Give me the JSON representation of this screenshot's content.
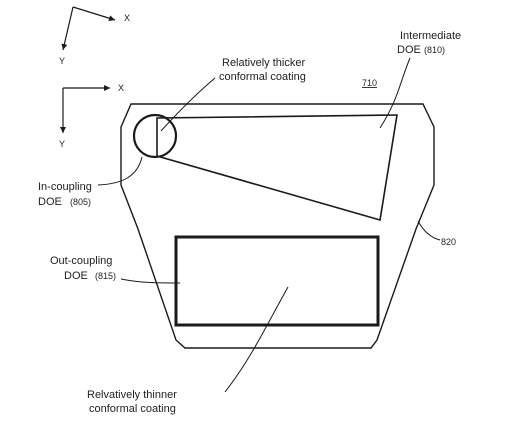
{
  "axes_top": {
    "x": "X",
    "y": "Y"
  },
  "axes_mid": {
    "x": "X",
    "y": "Y"
  },
  "labels": {
    "thicker_line1": "Relatively thicker",
    "thicker_line2": "conformal coating",
    "intermediate_line1": "Intermediate",
    "intermediate_line2": "DOE",
    "intermediate_ref": "(810)",
    "figure_ref": "710",
    "incoupling_line1": "In-coupling",
    "incoupling_line2": "DOE",
    "incoupling_ref": "(805)",
    "eyepiece_ref": "820",
    "outcoupling_line1": "Out-coupling",
    "outcoupling_line2": "DOE",
    "outcoupling_ref": "(815)",
    "thinner_line1": "Relvatively thinner",
    "thinner_line2": "conformal coating"
  }
}
